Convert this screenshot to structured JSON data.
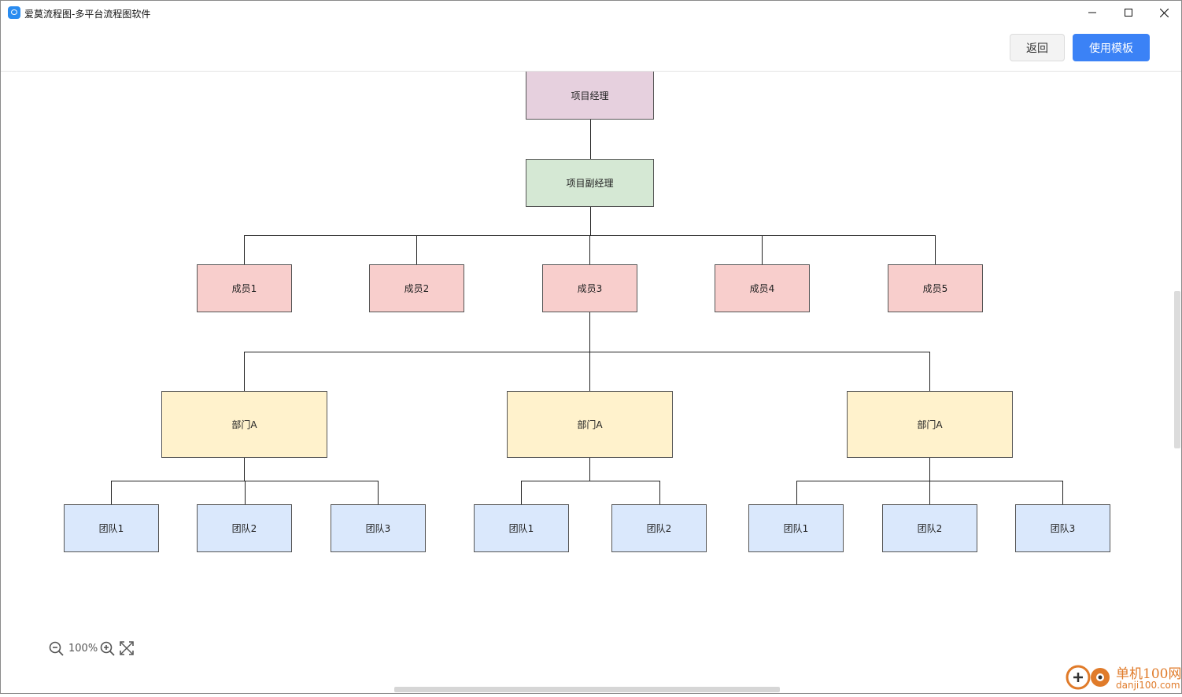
{
  "window": {
    "title": "爱莫流程图-多平台流程图软件"
  },
  "header": {
    "back_label": "返回",
    "use_template_label": "使用模板"
  },
  "diagram": {
    "root": "项目经理",
    "deputy": "项目副经理",
    "members": [
      "成员1",
      "成员2",
      "成员3",
      "成员4",
      "成员5"
    ],
    "departments": [
      "部门A",
      "部门A",
      "部门A"
    ],
    "teams": [
      [
        "团队1",
        "团队2",
        "团队3"
      ],
      [
        "团队1",
        "团队2"
      ],
      [
        "团队1",
        "团队2",
        "团队3"
      ]
    ],
    "colors": {
      "root": "#e6d0de",
      "deputy": "#d5e8d4",
      "member": "#f8cecc",
      "department": "#fff2cc",
      "team": "#dae8fc"
    }
  },
  "zoom": {
    "level": "100%"
  },
  "watermark": {
    "brand": "单机100网",
    "site": "danji100.com"
  }
}
